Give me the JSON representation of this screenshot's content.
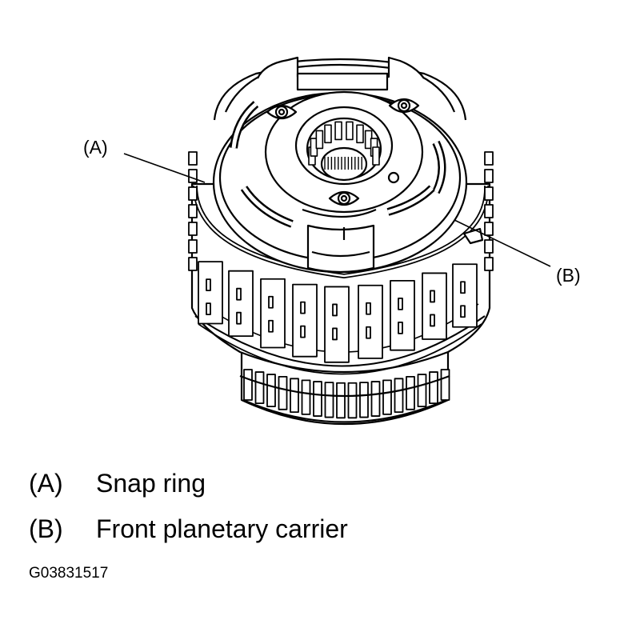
{
  "callouts": {
    "a": "(A)",
    "b": "(B)"
  },
  "legend": [
    {
      "key": "(A)",
      "label": "Snap ring"
    },
    {
      "key": "(B)",
      "label": "Front planetary carrier"
    }
  ],
  "figure_code": "G03831517",
  "colors": {
    "line": "#000000",
    "background": "#ffffff"
  }
}
